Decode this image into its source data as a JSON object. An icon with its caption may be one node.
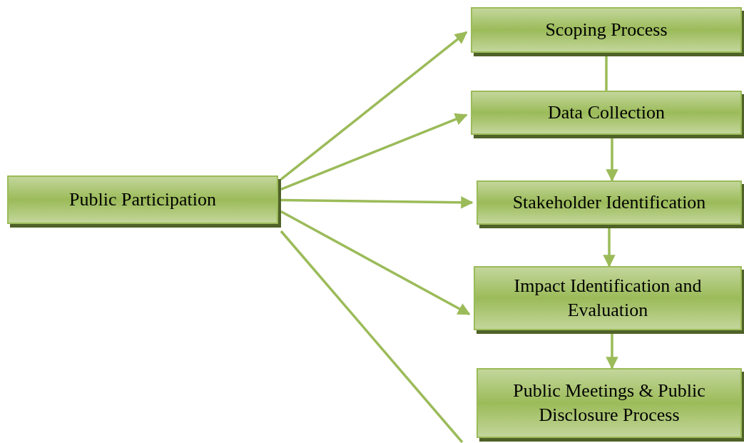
{
  "diagram": {
    "nodes": [
      {
        "text": [
          "Public Participation"
        ]
      },
      {
        "text": [
          "Scoping Process"
        ]
      },
      {
        "text": [
          "Data Collection"
        ]
      },
      {
        "text": [
          "Stakeholder Identification"
        ]
      },
      {
        "text": [
          "Impact Identification and Evaluation"
        ]
      },
      {
        "text": [
          "Public Meetings & Public Disclosure Process"
        ]
      }
    ],
    "edges": [
      {
        "from": 0,
        "to": 1,
        "arrow": "to"
      },
      {
        "from": 0,
        "to": 2,
        "arrow": "to"
      },
      {
        "from": 0,
        "to": 3,
        "arrow": "to"
      },
      {
        "from": 0,
        "to": 4,
        "arrow": "to"
      },
      {
        "from": 0,
        "to": 5,
        "arrow": "none"
      },
      {
        "from": 1,
        "to": 2,
        "arrow": "none"
      },
      {
        "from": 2,
        "to": 3,
        "arrow": "to"
      },
      {
        "from": 3,
        "to": 4,
        "arrow": "to"
      },
      {
        "from": 4,
        "to": 5,
        "arrow": "to"
      }
    ]
  }
}
